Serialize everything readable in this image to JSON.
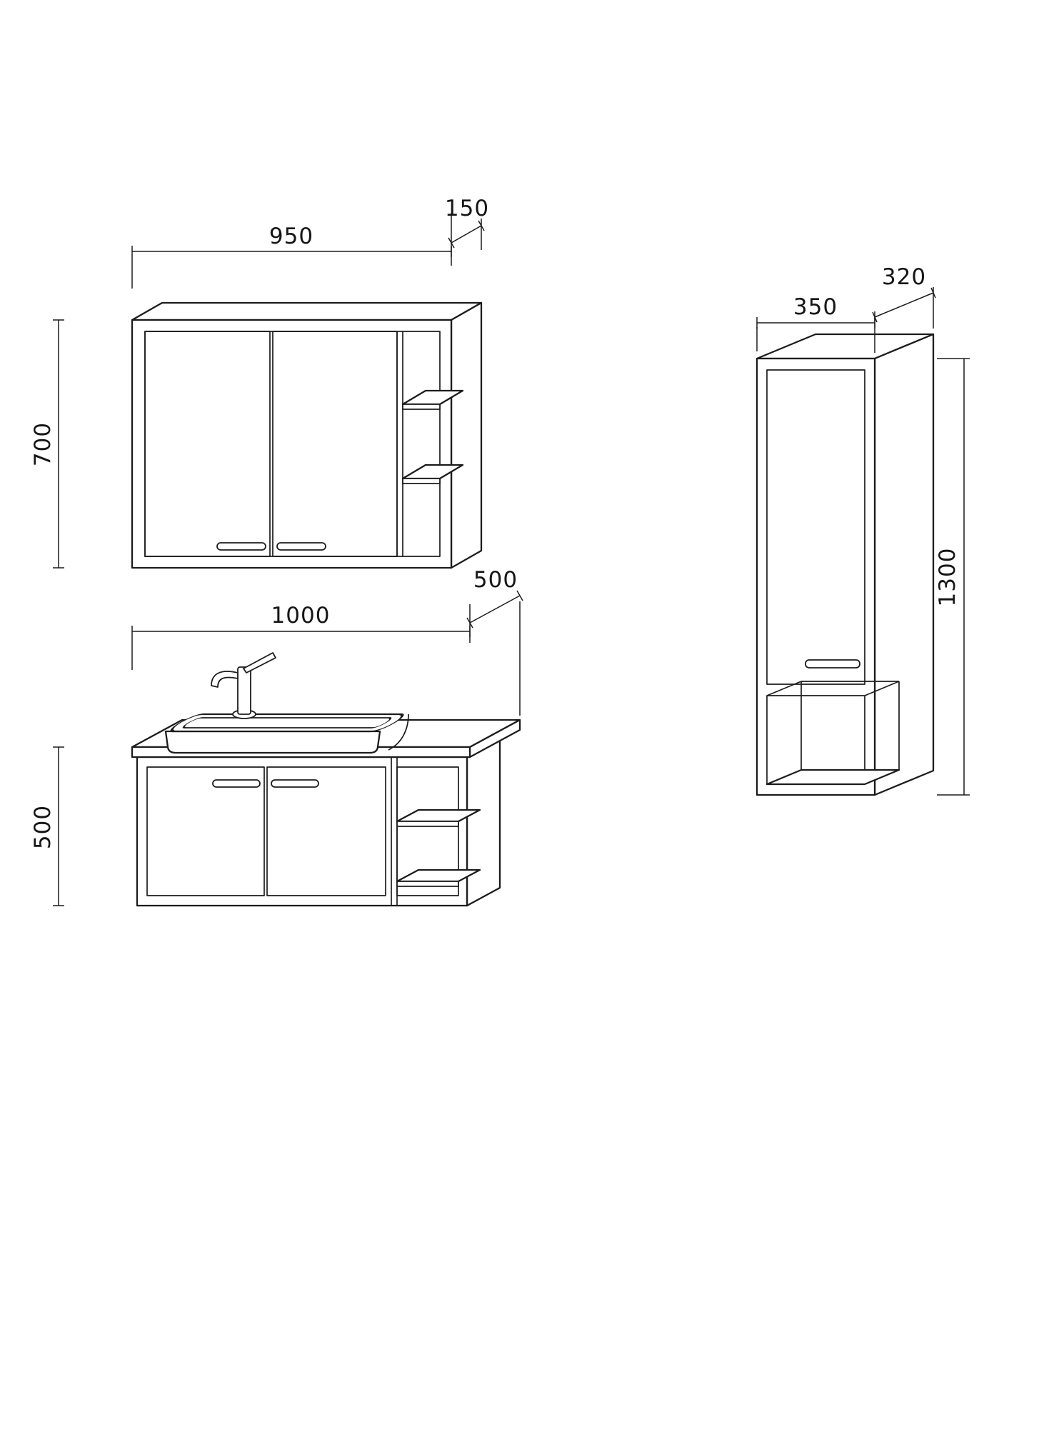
{
  "drawing": {
    "background": "#ffffff",
    "line_color": "#1c1c1c",
    "label_color": "#161616",
    "pieces": {
      "mirror_cabinet": {
        "width": "950",
        "depth": "150",
        "height": "700"
      },
      "vanity": {
        "width": "1000",
        "depth": "500",
        "height": "500"
      },
      "tall_cabinet": {
        "width": "350",
        "depth": "320",
        "height": "1300"
      }
    }
  }
}
